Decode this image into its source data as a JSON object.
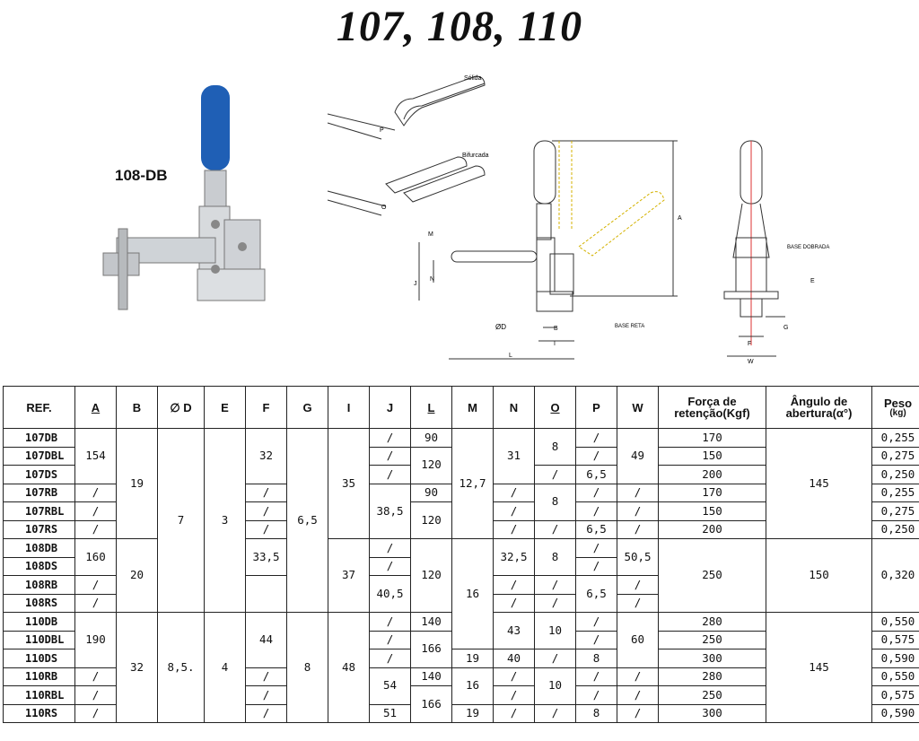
{
  "title": "107, 108, 110",
  "photo_label": "108-DB",
  "drawing_labels": {
    "solida": "Sólida",
    "bifurcada": "Bifurcada",
    "p": "P",
    "o": "O",
    "m": "M",
    "j": "J",
    "n": "N",
    "a": "A",
    "od": "ØD",
    "b": "B",
    "i": "I",
    "l": "L",
    "base_reta": "BASE RETA",
    "base_dobrada": "BASE DOBRADA",
    "e": "E",
    "f": "F",
    "g": "G",
    "w": "W"
  },
  "headers": {
    "ref": "REF.",
    "a": "A",
    "b": "B",
    "d": "∅ D",
    "e": "E",
    "f": "F",
    "g": "G",
    "i": "I",
    "j": "J",
    "l": "L",
    "m": "M",
    "n": "N",
    "o": "O",
    "p": "P",
    "w": "W",
    "forca": "Força de",
    "forca2": "retenção(Kgf)",
    "angulo": "Ângulo de",
    "angulo2": "abertura(α°)",
    "peso": "Peso",
    "peso2": "(kg)"
  },
  "table": {
    "refs": [
      "107DB",
      "107DBL",
      "107DS",
      "107RB",
      "107RBL",
      "107RS",
      "108DB",
      "108DS",
      "108RB",
      "108RS",
      "110DB",
      "110DBL",
      "110DS",
      "110RB",
      "110RBL",
      "110RS"
    ],
    "a_107": "154",
    "a_108": "160",
    "a_110": "190",
    "slash": "/",
    "b_107": "19",
    "b_108": "20",
    "b_110": "32",
    "d_107_108": "7",
    "d_110": "8,5.",
    "e_107_108": "3",
    "e_110": "4",
    "f_107": "32",
    "f_108": "33,5",
    "f_110": "44",
    "g_107_108": "6,5",
    "g_110": "8",
    "i_107": "35",
    "i_108": "37",
    "i_110": "48",
    "j_107r": "38,5",
    "j_108r": "40,5",
    "j_110r": "54",
    "j_110rs": "51",
    "l_90": "90",
    "l_120": "120",
    "l_140": "140",
    "l_166": "166",
    "m_107": "12,7",
    "m_108": "16",
    "m_110s": "19",
    "m_110r": "16",
    "n_107": "31",
    "n_108": "32,5",
    "n_110": "43",
    "n_110ds": "40",
    "o_8": "8",
    "o_10": "10",
    "p_65": "6,5",
    "p_8": "8",
    "w_107": "49",
    "w_108": "50,5",
    "w_110": "60",
    "forca": [
      "170",
      "150",
      "200",
      "170",
      "150",
      "200",
      "250",
      "280",
      "250",
      "300",
      "280",
      "250",
      "300"
    ],
    "angulo_145": "145",
    "angulo_150": "150",
    "peso": [
      "0,255",
      "0,275",
      "0,250",
      "0,255",
      "0,275",
      "0,250",
      "0,320",
      "0,550",
      "0,575",
      "0,590",
      "0,550",
      "0,575",
      "0,590"
    ]
  }
}
